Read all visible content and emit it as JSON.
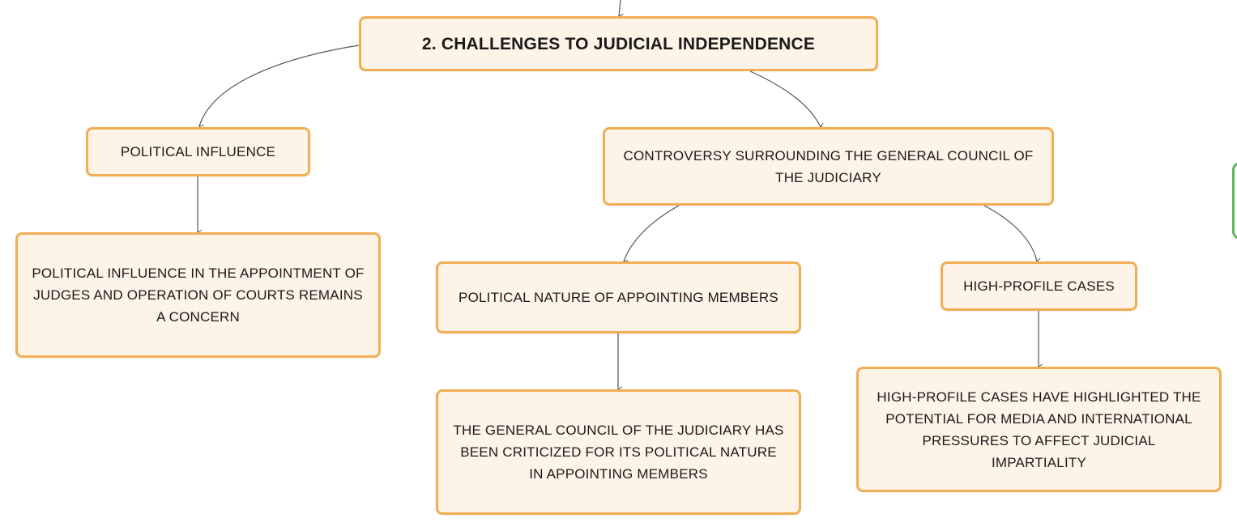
{
  "mindmap": {
    "root": {
      "label": "2. CHALLENGES TO JUDICIAL INDEPENDENCE"
    },
    "political_influence": {
      "label": "POLITICAL INFLUENCE",
      "detail": "POLITICAL INFLUENCE IN THE APPOINTMENT OF JUDGES AND OPERATION OF COURTS REMAINS A CONCERN"
    },
    "general_council": {
      "label": "CONTROVERSY SURROUNDING THE GENERAL COUNCIL OF THE JUDICIARY",
      "political_nature": {
        "label": "POLITICAL NATURE OF APPOINTING MEMBERS",
        "detail": "THE GENERAL COUNCIL OF THE JUDICIARY HAS BEEN CRITICIZED FOR ITS POLITICAL NATURE IN APPOINTING MEMBERS"
      },
      "high_profile": {
        "label": "HIGH-PROFILE CASES",
        "detail": "HIGH-PROFILE CASES HAVE HIGHLIGHTED THE POTENTIAL FOR MEDIA AND INTERNATIONAL PRESSURES TO AFFECT JUDICIAL IMPARTIALITY"
      }
    }
  },
  "colors": {
    "node_fill": "#fdf3e6",
    "node_border": "#f2ae55",
    "connector": "#555555",
    "side_marker": "#5cb85c"
  }
}
